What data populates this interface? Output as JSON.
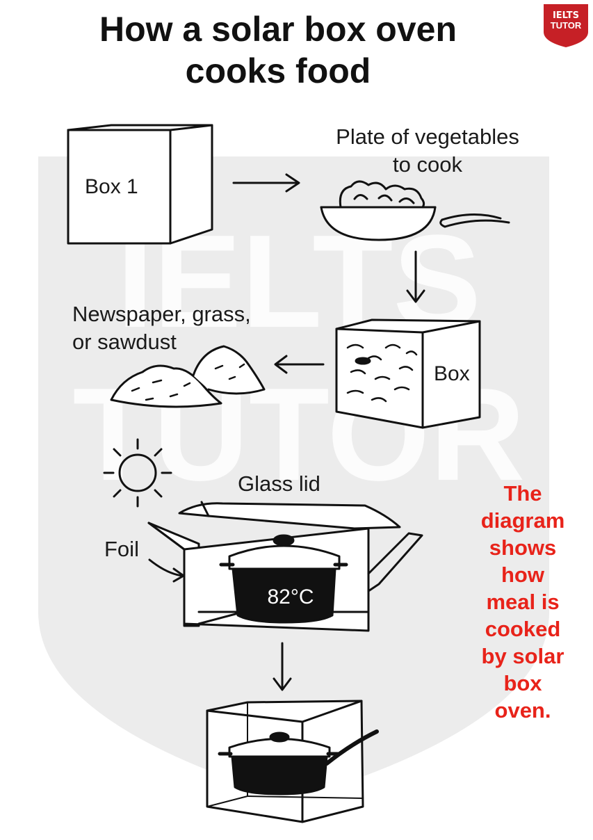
{
  "title": {
    "line1": "How a solar box oven",
    "line2": "cooks food"
  },
  "badge": {
    "line1": "IELTS",
    "line2": "TUTOR",
    "color": "#c62026"
  },
  "watermark": {
    "text_top": "IELTS",
    "text_bottom": "TUTOR",
    "color": "#e6e6e6"
  },
  "steps": {
    "box1": {
      "label": "Box 1"
    },
    "vegetables": {
      "line1": "Plate of vegetables",
      "line2": "to cook"
    },
    "insulation": {
      "line1": "Newspaper, grass,",
      "line2": "or sawdust"
    },
    "box2": {
      "label": "Box"
    },
    "oven": {
      "glass_lid": "Glass lid",
      "foil": "Foil",
      "temperature": "82°C"
    }
  },
  "caption": {
    "lines": [
      "The",
      "diagram",
      "shows",
      "how",
      "meal is",
      "cooked",
      "by solar",
      "box",
      "oven."
    ],
    "color": "#e8231a"
  },
  "icons": [
    "arrow-right-icon",
    "arrow-down-icon",
    "arrow-left-icon",
    "sun-icon",
    "pot-icon"
  ]
}
